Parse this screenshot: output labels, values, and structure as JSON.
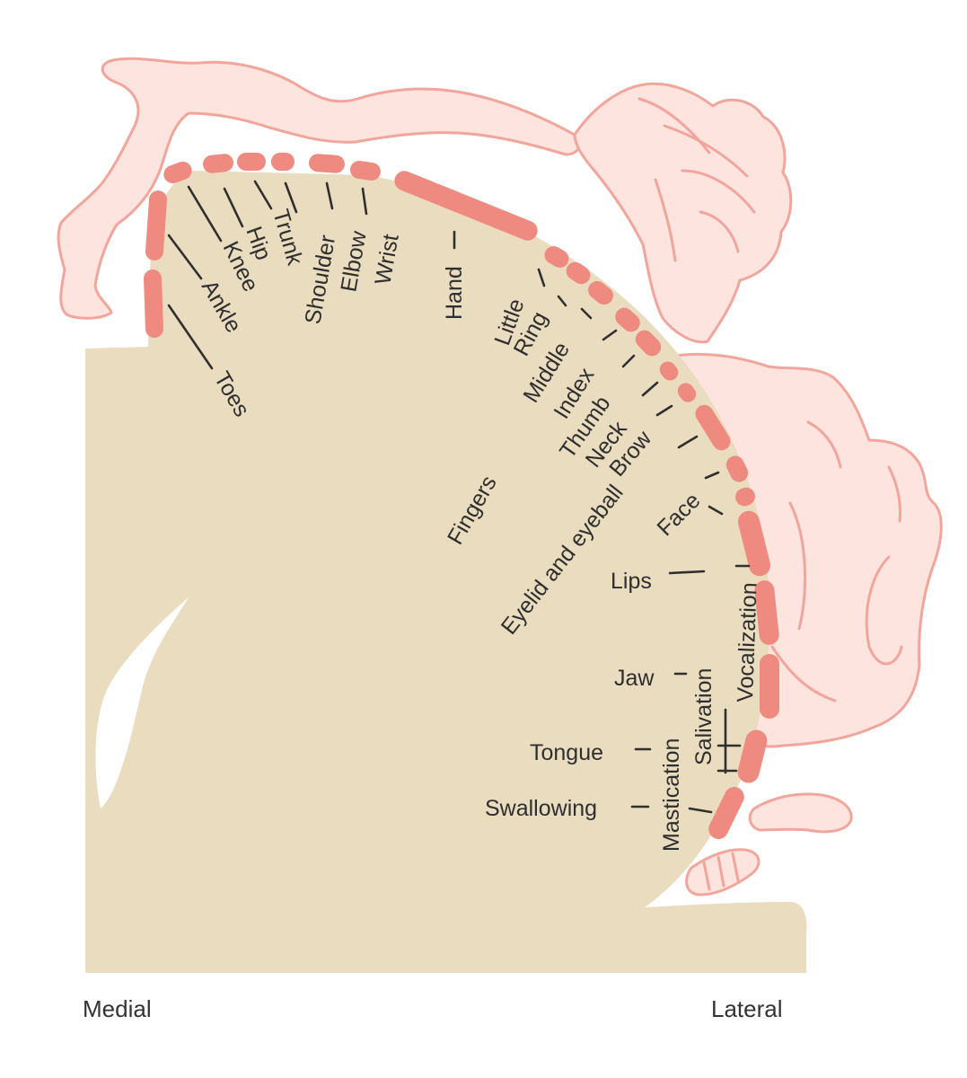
{
  "colors": {
    "cortex_fill": "#eadcbf",
    "homunculus_fill": "#fde4df",
    "homunculus_outline": "#f2a59b",
    "segment": "#ee8a80",
    "label_text": "#2f2f2f"
  },
  "labels": {
    "toes": "Toes",
    "ankle": "Ankle",
    "knee": "Knee",
    "hip": "Hip",
    "trunk": "Trunk",
    "shoulder": "Shoulder",
    "elbow": "Elbow",
    "wrist": "Wrist",
    "hand": "Hand",
    "little": "Little",
    "ring": "Ring",
    "middle": "Middle",
    "index": "Index",
    "thumb": "Thumb",
    "neck": "Neck",
    "brow": "Brow",
    "fingers": "Fingers",
    "eyelid": "Eyelid and eyeball",
    "face": "Face",
    "lips": "Lips",
    "vocalization": "Vocalization",
    "jaw": "Jaw",
    "salivation": "Salivation",
    "tongue": "Tongue",
    "mastication": "Mastication",
    "swallowing": "Swallowing"
  },
  "axis": {
    "medial": "Medial",
    "lateral": "Lateral"
  }
}
